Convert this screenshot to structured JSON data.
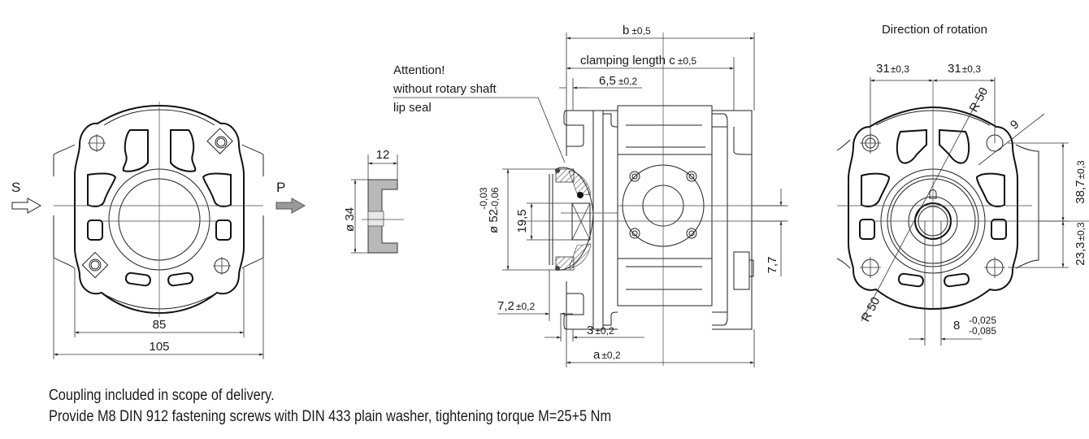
{
  "front_view": {
    "suction_label": "S",
    "pressure_label": "P",
    "dim_inner_width": "85",
    "dim_outer_width": "105"
  },
  "coupling_view": {
    "dim_length": "12",
    "dim_diameter": "ø 34"
  },
  "side_view": {
    "attention_title": "Attention!",
    "attention_line1": "without rotary shaft",
    "attention_line2": "lip seal",
    "dim_b": "b",
    "dim_b_tol": "±0,5",
    "dim_c": "clamping length c",
    "dim_c_tol": "±0,5",
    "dim_65": "6,5",
    "dim_65_tol": "±0,2",
    "dim_52": "ø 52",
    "dim_52_tol_upper": "-0,03",
    "dim_52_tol_lower": "-0,06",
    "dim_195": "19,5",
    "dim_77": "7,7",
    "dim_72": "7,2",
    "dim_72_tol": "±0,2",
    "dim_3": "3",
    "dim_3_tol": "±0,2",
    "dim_a": "a",
    "dim_a_tol": "±0,2"
  },
  "rear_view": {
    "title": "Direction of rotation",
    "dim_31_left": "31",
    "dim_31_left_tol": "±0,3",
    "dim_31_right": "31",
    "dim_31_right_tol": "±0,3",
    "radius_top": "R 50",
    "radius_bottom": "R 50",
    "dim_9": "9",
    "dim_387": "38,7",
    "dim_387_tol": "±0,3",
    "dim_233": "23,3",
    "dim_233_tol": "±0,3",
    "dim_8": "8",
    "dim_8_tol_upper": "-0,025",
    "dim_8_tol_lower": "-0,085"
  },
  "notes": {
    "line1": "Coupling included in scope of delivery.",
    "line2": "Provide M8 DIN 912 fastening screws with DIN 433 plain washer, tightening torque M=25+5 Nm"
  },
  "colors": {
    "line": "#222222",
    "fill_gray": "#999999",
    "coupling_fill": "#b8b8b8"
  }
}
